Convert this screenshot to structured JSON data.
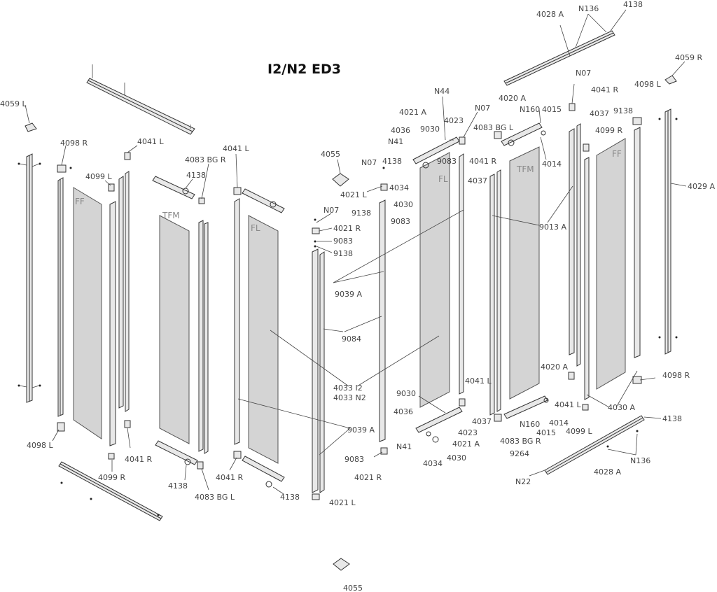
{
  "title": "I2/N2 ED3",
  "glass_labels": {
    "ff_left": "FF",
    "tfm_left": "TFM",
    "fl_left": "FL",
    "fl_right": "FL",
    "tfm_right": "TFM",
    "ff_right": "FF"
  },
  "labels": {
    "l4059l": "4059 L",
    "l4098r_tl": "4098 R",
    "l4041l_a": "4041 L",
    "l4099l_a": "4099 L",
    "l4083bgr_a": "4083 BG R",
    "l4138_a": "4138",
    "l4041l_b": "4041 L",
    "l4055_top": "4055",
    "l4098l_bl": "4098 L",
    "l4099r_a": "4099 R",
    "l4041r_a": "4041 R",
    "l4138_b": "4138",
    "l4083bgl_a": "4083 BG L",
    "l4041r_b": "4041 R",
    "l4138_c": "4138",
    "l4021l_bot": "4021 L",
    "l4055_bot": "4055",
    "lN07_a": "N07",
    "l4021r_a": "4021 R",
    "l9083_a": "9083",
    "l9138_a": "9138",
    "l9039a_a": "9039 A",
    "l9084": "9084",
    "l4033i2": "4033 I2",
    "l4033n2": "4033 N2",
    "l9039a_b": "9039 A",
    "l9083_b": "9083",
    "l4021r_b": "4021 R",
    "lN07_b": "N07",
    "l4138_d": "4138",
    "l4021l_a": "4021 L",
    "l9138_b": "9138",
    "l9083_c": "9083",
    "l4034_a": "4034",
    "l4030_a": "4030",
    "lN41_a": "N41",
    "l4036_a": "4036",
    "l4021a_a": "4021 A",
    "l9030_a": "9030",
    "lN44": "N44",
    "l4023_a": "4023",
    "lN07_c": "N07",
    "l9083_d": "9083",
    "l4041r_c": "4041 R",
    "l4037_a": "4037",
    "l9030_b": "9030",
    "l4036_b": "4036",
    "lN41_b": "N41",
    "l4023_b": "4023",
    "l4021a_b": "4021 A",
    "l4034_b": "4034",
    "l4030_b": "4030",
    "l4041l_c": "4041 L",
    "l4037_b": "4037",
    "l4083bgr_b": "4083 BG R",
    "l4083bgl_b": "4083 BG L",
    "l4020a_a": "4020 A",
    "lN160_a": "N160",
    "l4015_a": "4015",
    "l4014_a": "4014",
    "l9013a": "9013 A",
    "l4020a_b": "4020 A",
    "lN160_b": "N160",
    "l4015_b": "4015",
    "l4014_b": "4014",
    "l4041l_d": "4041 L",
    "l4099l_b": "4099 L",
    "l4030a": "4030 A",
    "l9264": "9264",
    "lN22": "N22",
    "l4028a_bot": "4028 A",
    "lN136_bot": "N136",
    "l4138_e": "4138",
    "l4098r_br": "4098 R",
    "lN07_d": "N07",
    "l4041r_d": "4041 R",
    "l4037_c": "4037",
    "l9138_c": "9138",
    "l4099r_b": "4099 R",
    "l4098l_tr": "4098 L",
    "l4029a": "4029 A",
    "l4028a_top": "4028 A",
    "lN136_top": "N136",
    "l4138_f": "4138",
    "l4059r": "4059 R"
  }
}
